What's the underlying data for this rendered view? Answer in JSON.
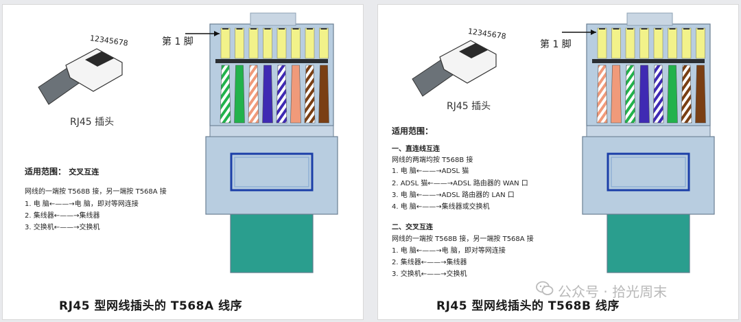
{
  "colors": {
    "green": "#22b24c",
    "orange": "#f09a7a",
    "blue": "#3f2ab3",
    "brown": "#7a3f14",
    "pin_yellow": "#f2f28a",
    "plug_bg": "#b8cde0",
    "tail": "#2a9e8e",
    "window_border": "#1b3ea8"
  },
  "left": {
    "digits": "12345678",
    "plug_label": "RJ45 插头",
    "pin1_label": "第 1 脚",
    "wires": [
      {
        "color": "green",
        "striped": true
      },
      {
        "color": "green",
        "striped": false
      },
      {
        "color": "orange",
        "striped": true
      },
      {
        "color": "blue",
        "striped": false
      },
      {
        "color": "blue",
        "striped": true
      },
      {
        "color": "orange",
        "striped": false
      },
      {
        "color": "brown",
        "striped": true
      },
      {
        "color": "brown",
        "striped": false
      }
    ],
    "heading_prefix": "适用范围：",
    "heading_type": "交叉互连",
    "lines": [
      "网线的一端按 T568B 接，另一端按 T568A 接",
      "1.  电    脑←——→电    脑，即对等网连接",
      "2.  集线器←——→集线器",
      "3.  交换机←——→交换机"
    ],
    "caption": "RJ45 型网线插头的 T568A 线序"
  },
  "right": {
    "digits": "12345678",
    "plug_label": "RJ45 插头",
    "pin1_label": "第 1 脚",
    "wires": [
      {
        "color": "orange",
        "striped": true
      },
      {
        "color": "orange",
        "striped": false
      },
      {
        "color": "green",
        "striped": true
      },
      {
        "color": "blue",
        "striped": false
      },
      {
        "color": "blue",
        "striped": true
      },
      {
        "color": "green",
        "striped": false
      },
      {
        "color": "brown",
        "striped": true
      },
      {
        "color": "brown",
        "striped": false
      }
    ],
    "heading": "适用范围：",
    "section1_title": "一、直连线互连",
    "section1_lines": [
      "网线的两端均按 T568B 接",
      "1.  电    脑←——→ADSL 猫",
      "2.  ADSL 猫←——→ADSL 路由器的 WAN 口",
      "3.  电    脑←——→ADSL 路由器的 LAN 口",
      "4.  电    脑←——→集线器或交换机"
    ],
    "section2_title": "二、交叉互连",
    "section2_lines": [
      "网线的一端按 T568B 接，另一端按 T568A 接",
      "1.  电    脑←——→电    脑，即对等网连接",
      "2.  集线器←——→集线器",
      "3.  交换机←——→交换机"
    ],
    "caption": "RJ45 型网线插头的 T568B 线序"
  },
  "watermark": "公众号 · 拾光周末"
}
